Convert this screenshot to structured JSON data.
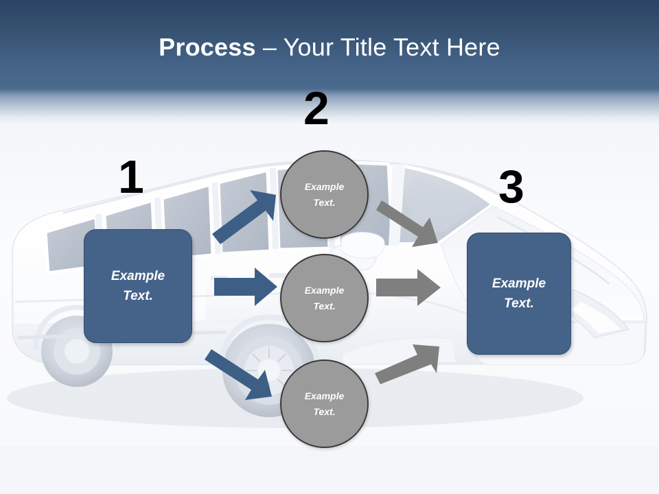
{
  "slide": {
    "title_bold": "Process",
    "title_rest": " – Your Title Text Here",
    "background_image": "white-stretch-limousine-watermark",
    "colors": {
      "header_top": "#2c4465",
      "header_bottom": "#4a6a8e",
      "box_fill": "#456389",
      "box_border": "#2f4a68",
      "circle_fill": "#9b9b9b",
      "circle_border": "#3a3a3a",
      "arrow_blue": "#3d5f86",
      "arrow_gray": "#7f7f7f",
      "number_color": "#000000",
      "canvas": "#f6f7fa"
    }
  },
  "steps": [
    {
      "number": "1",
      "label": "step-number-1"
    },
    {
      "number": "2",
      "label": "step-number-2"
    },
    {
      "number": "3",
      "label": "step-number-3"
    }
  ],
  "boxes": {
    "left": {
      "line1": "Example",
      "line2": "Text."
    },
    "right": {
      "line1": "Example",
      "line2": "Text."
    }
  },
  "circles": [
    {
      "line1": "Example",
      "line2": "Text."
    },
    {
      "line1": "Example",
      "line2": "Text."
    },
    {
      "line1": "Example",
      "line2": "Text."
    }
  ],
  "arrows": {
    "blue": [
      {
        "name": "arrow-left-to-circle-1",
        "direction": "up-right"
      },
      {
        "name": "arrow-left-to-circle-2",
        "direction": "right"
      },
      {
        "name": "arrow-left-to-circle-3",
        "direction": "down-right"
      }
    ],
    "gray": [
      {
        "name": "arrow-circle-1-to-right",
        "direction": "down-right"
      },
      {
        "name": "arrow-circle-2-to-right",
        "direction": "right"
      },
      {
        "name": "arrow-circle-3-to-right",
        "direction": "up-right"
      }
    ]
  }
}
